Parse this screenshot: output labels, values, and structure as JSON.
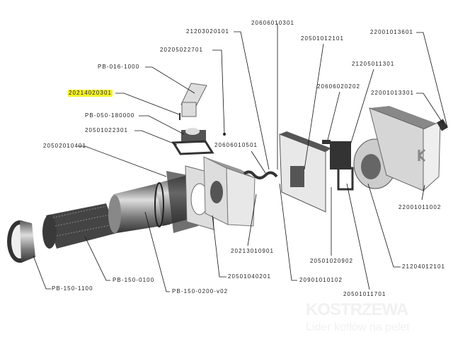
{
  "labels": {
    "l21203020101": "21203020101",
    "l20606010301": "20606010301",
    "l20205022701": "20205022701",
    "pb0161000": "PB-016-1000",
    "l20214020301": "20214020301",
    "pb050180000": "PB-050-180000",
    "l20501022301": "20501022301",
    "l20502010401": "20502010401",
    "l20606010501": "20606010501",
    "l20501012101": "20501012101",
    "l22001013601": "22001013601",
    "l21205011301": "21205011301",
    "l20606020202": "20606020202",
    "l22001013301": "22001013301",
    "l22001011002": "22001011002",
    "l20213010901": "20213010901",
    "l20501020902": "20501020902",
    "l21204012101": "21204012101",
    "l20501040201": "20501040201",
    "l20901010102": "20901010102",
    "l20501011701": "20501011701",
    "pb1500100": "PB-150-0100",
    "pb1501100": "PB-150-1100",
    "pb1500200v02": "PB-150-0200-v02"
  },
  "watermark": {
    "brand": "KOSTRZEWA",
    "tagline": "Lider kotłów na pelet"
  },
  "highlight_color": "#f4f22a"
}
